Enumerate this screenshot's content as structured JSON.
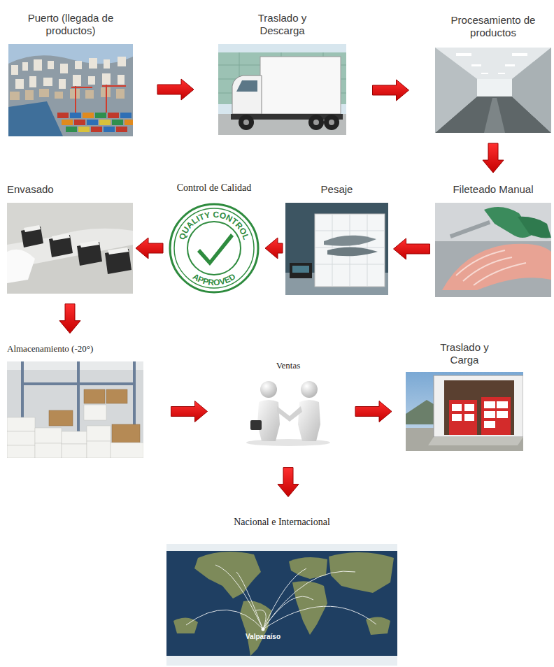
{
  "diagram": {
    "nodes": [
      {
        "text": [
          "Puerto (llegada de productos)"
        ]
      },
      {
        "text": [
          "Traslado y Descarga"
        ]
      },
      {
        "text": [
          "Procesamiento de productos"
        ]
      },
      {
        "text": [
          "Fileteado Manual"
        ]
      },
      {
        "text": [
          "Pesaje"
        ]
      },
      {
        "text": [
          "Control de Calidad"
        ]
      },
      {
        "text": [
          "Envasado"
        ]
      },
      {
        "text": [
          "Almacenamiento (-20°)"
        ]
      },
      {
        "text": [
          "Ventas"
        ]
      },
      {
        "text": [
          "Traslado y Carga"
        ]
      },
      {
        "text": [
          "Nacional e Internacional"
        ]
      }
    ],
    "edges": [
      {
        "from": 0,
        "to": 1,
        "arrow": "to"
      },
      {
        "from": 1,
        "to": 2,
        "arrow": "to"
      },
      {
        "from": 2,
        "to": 3,
        "arrow": "to"
      },
      {
        "from": 3,
        "to": 4,
        "arrow": "to"
      },
      {
        "from": 4,
        "to": 5,
        "arrow": "to"
      },
      {
        "from": 5,
        "to": 6,
        "arrow": "to"
      },
      {
        "from": 6,
        "to": 7,
        "arrow": "to"
      },
      {
        "from": 7,
        "to": 8,
        "arrow": "to"
      },
      {
        "from": 8,
        "to": 9,
        "arrow": "to"
      },
      {
        "from": 8,
        "to": 10,
        "arrow": "to"
      }
    ],
    "labels": [
      "QUALITY CONTROL",
      "APPROVED",
      "Valparaíso"
    ]
  }
}
